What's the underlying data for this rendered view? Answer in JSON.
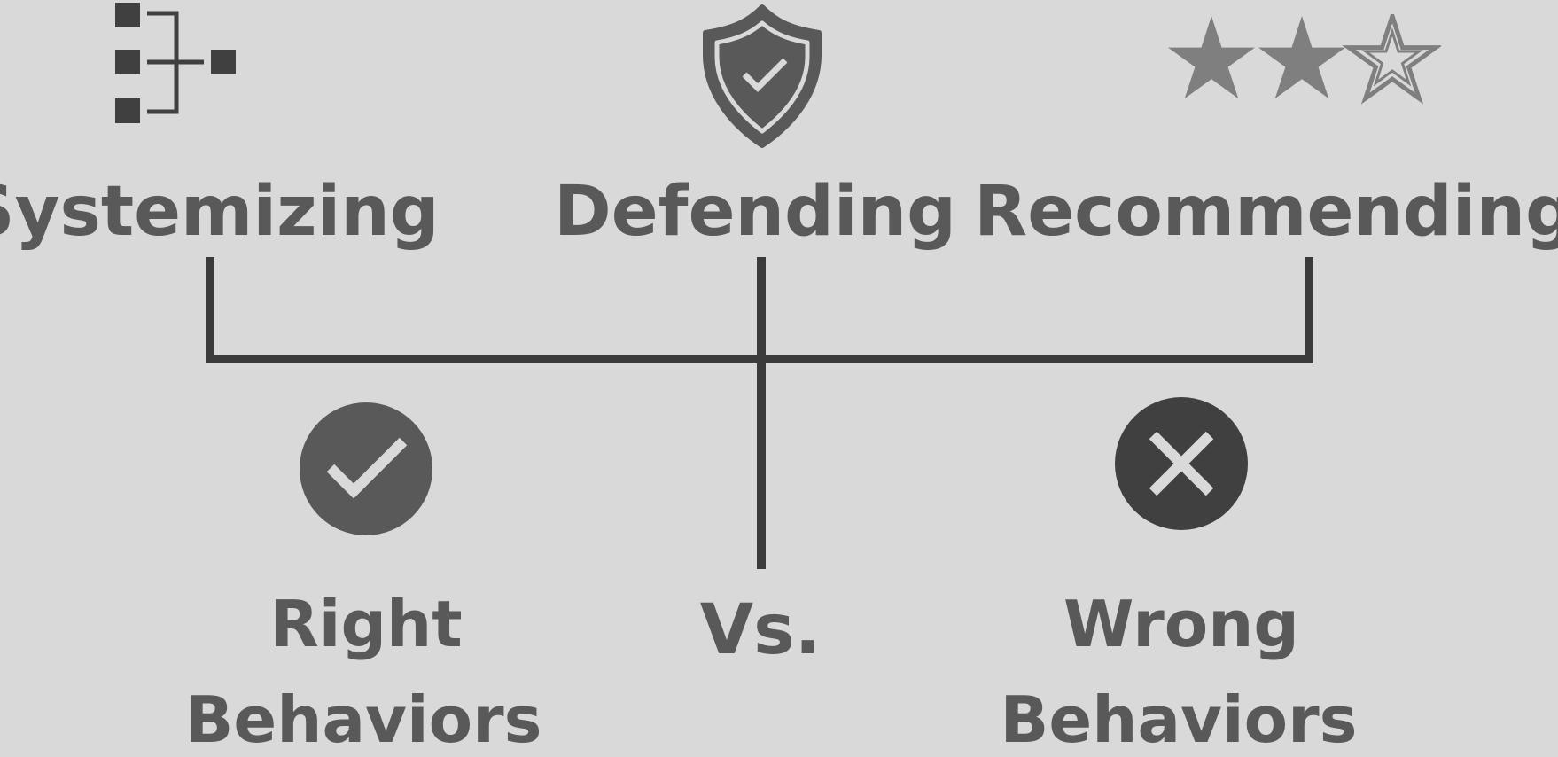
{
  "concepts": {
    "systemizing": {
      "label": "Systemizing",
      "icon": "hierarchy-icon"
    },
    "defending": {
      "label": "Defending",
      "icon": "shield-check-icon"
    },
    "recommending": {
      "label": "Recommending",
      "icon": "rating-stars-icon",
      "rating": 2,
      "rating_max": 3
    }
  },
  "outcomes": {
    "right": {
      "line1": "Right",
      "line2": "Behaviors",
      "icon": "check-circle-icon"
    },
    "versus": {
      "label": "Vs."
    },
    "wrong": {
      "line1": "Wrong",
      "line2": "Behaviors",
      "icon": "x-circle-icon"
    }
  },
  "colors": {
    "background": "#d9d9d9",
    "text": "#595959",
    "lines": "#3b3b3b",
    "right_circle": "#595959",
    "wrong_circle": "#404040",
    "stars": "#7f7f7f",
    "glyph": "#d9d9d9"
  }
}
